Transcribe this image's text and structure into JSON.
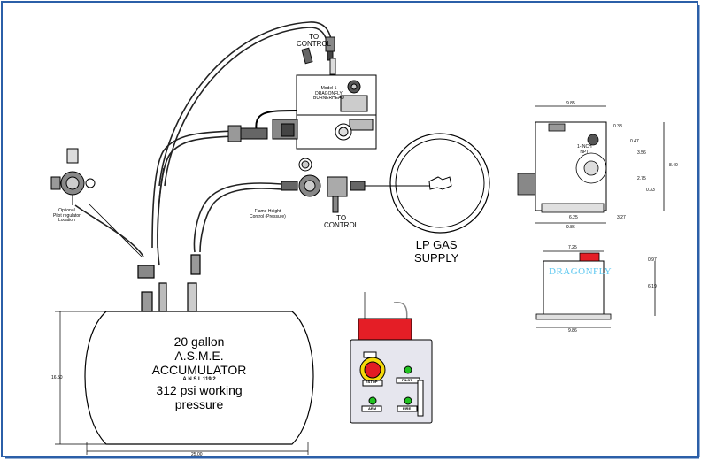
{
  "colors": {
    "frame_blue": "#2b5fa8",
    "estop_red": "#e31b23",
    "estop_yellow": "#f5d90a",
    "green_button": "#22c322",
    "cyan_logo": "#5ec8f0",
    "panel_gray": "#e6e6ee",
    "connector_red": "#e41e26"
  },
  "labels": {
    "to_control_top": "TO\nCONTROL",
    "burnerhead_model": "Model 1\nDRAGONFLY\nBURNERHEAD",
    "to_control_mid": "TO\nCONTROL",
    "flame_control": "Flame Height\nControl (Pressure)",
    "optional_regulator": "Optional\nPilot regulator\nLocation",
    "lp_gas": "LP GAS\nSUPPLY",
    "one_inch_npt": "1-INCH\nNPT",
    "dragonfly_logo": "DRAGONFLY"
  },
  "tank": {
    "line1": "20 gallon",
    "line2": "A.S.M.E.",
    "line3": "ACCUMULATOR",
    "line4": "A.N.S.I. 119.2",
    "line5": "312 psi working",
    "line6": "pressure",
    "dim_height": "16.50",
    "dim_width": "25.00"
  },
  "control_box": {
    "estop": "ESTOP",
    "pilot": "PILOT",
    "arm": "ARM",
    "fire": "FIRE"
  },
  "dims_top": {
    "width_top": "9.85",
    "d1": "0.38",
    "d2": "0.47",
    "d3": "3.56",
    "height": "8.40",
    "d4": "2.75",
    "d5": "0.33",
    "d6": "6.25",
    "d7": "3.27",
    "width_bottom": "9.86"
  },
  "dims_bottom": {
    "width_top": "7.25",
    "d1": "0.97",
    "height": "6.19",
    "width_bottom": "9.86"
  }
}
